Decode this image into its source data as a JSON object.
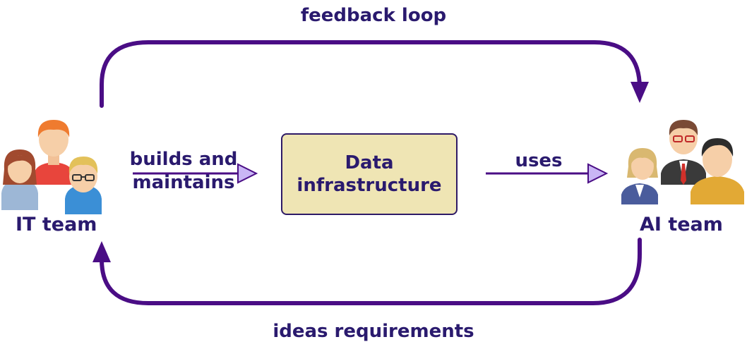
{
  "top_label": "feedback loop",
  "bottom_label": "ideas requirements",
  "left_team": {
    "label": "IT team"
  },
  "right_team": {
    "label": "AI team"
  },
  "builds_label": {
    "line1": "builds and",
    "line2": "maintains"
  },
  "uses_label": "uses",
  "box": {
    "line1": "Data",
    "line2": "infrastructure"
  },
  "colors": {
    "accent": "#4a0d85",
    "text": "#2a1a6e",
    "box_fill": "#efe5b4",
    "arrowhead_fill": "#c9b6f5"
  }
}
